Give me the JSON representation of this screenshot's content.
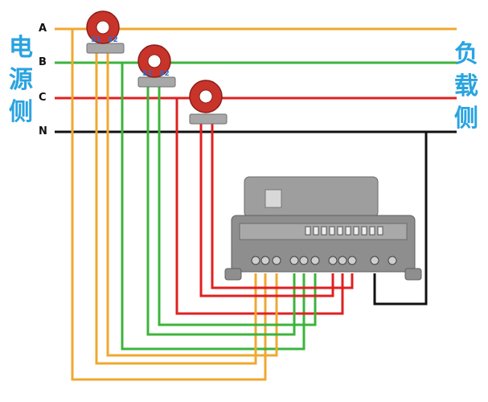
{
  "labels": {
    "source_side": [
      "电",
      "源",
      "侧"
    ],
    "load_side": [
      "负",
      "载",
      "侧"
    ]
  },
  "lines": [
    {
      "name": "A",
      "color": "#f0a830"
    },
    {
      "name": "B",
      "color": "#3cb43c"
    },
    {
      "name": "C",
      "color": "#e02020"
    },
    {
      "name": "N",
      "color": "#111111"
    }
  ],
  "ct_terminals": [
    "S1",
    "S2"
  ],
  "colors": {
    "label_blue": "#2aa3e0",
    "ct_red": "#c8342a",
    "meter_grey": "#8e8e8e"
  }
}
